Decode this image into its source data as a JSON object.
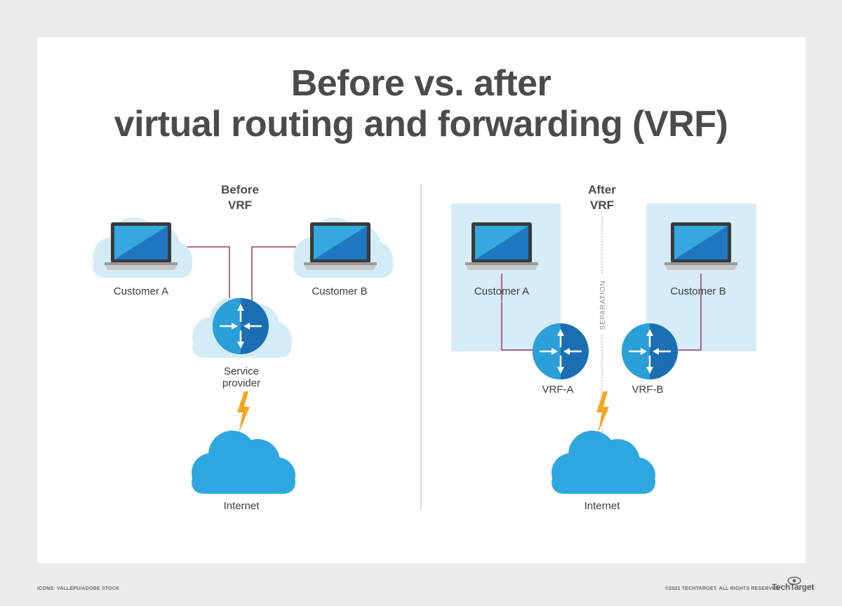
{
  "title": {
    "line1": "Before vs. after",
    "line2": "virtual routing and forwarding (VRF)"
  },
  "before": {
    "heading_line1": "Before",
    "heading_line2": "VRF",
    "customer_a": "Customer A",
    "customer_b": "Customer B",
    "provider_line1": "Service",
    "provider_line2": "provider",
    "internet": "Internet"
  },
  "after": {
    "heading_line1": "After",
    "heading_line2": "VRF",
    "customer_a": "Customer A",
    "customer_b": "Customer B",
    "vrf_a": "VRF-A",
    "vrf_b": "VRF-B",
    "separation": "SEPARATION",
    "internet": "Internet"
  },
  "footer": {
    "credit": "ICONS: VALLEPU/ADOBE STOCK",
    "copyright": "©2021 TECHTARGET. ALL RIGHTS RESERVED",
    "brand": "TechTarget"
  },
  "colors": {
    "title_text": "#4b4b4b",
    "cloud_light": "#d4ecf8",
    "cloud_internet": "#2ea7e0",
    "router_light": "#2a9fd8",
    "router_dark": "#1a6fb3",
    "link_line": "#9c3a60",
    "lightning": "#f5a623",
    "customer_box": "#d6ecf7"
  },
  "icons": [
    "laptop-icon",
    "router-icon",
    "cloud-icon",
    "lightning-icon"
  ]
}
